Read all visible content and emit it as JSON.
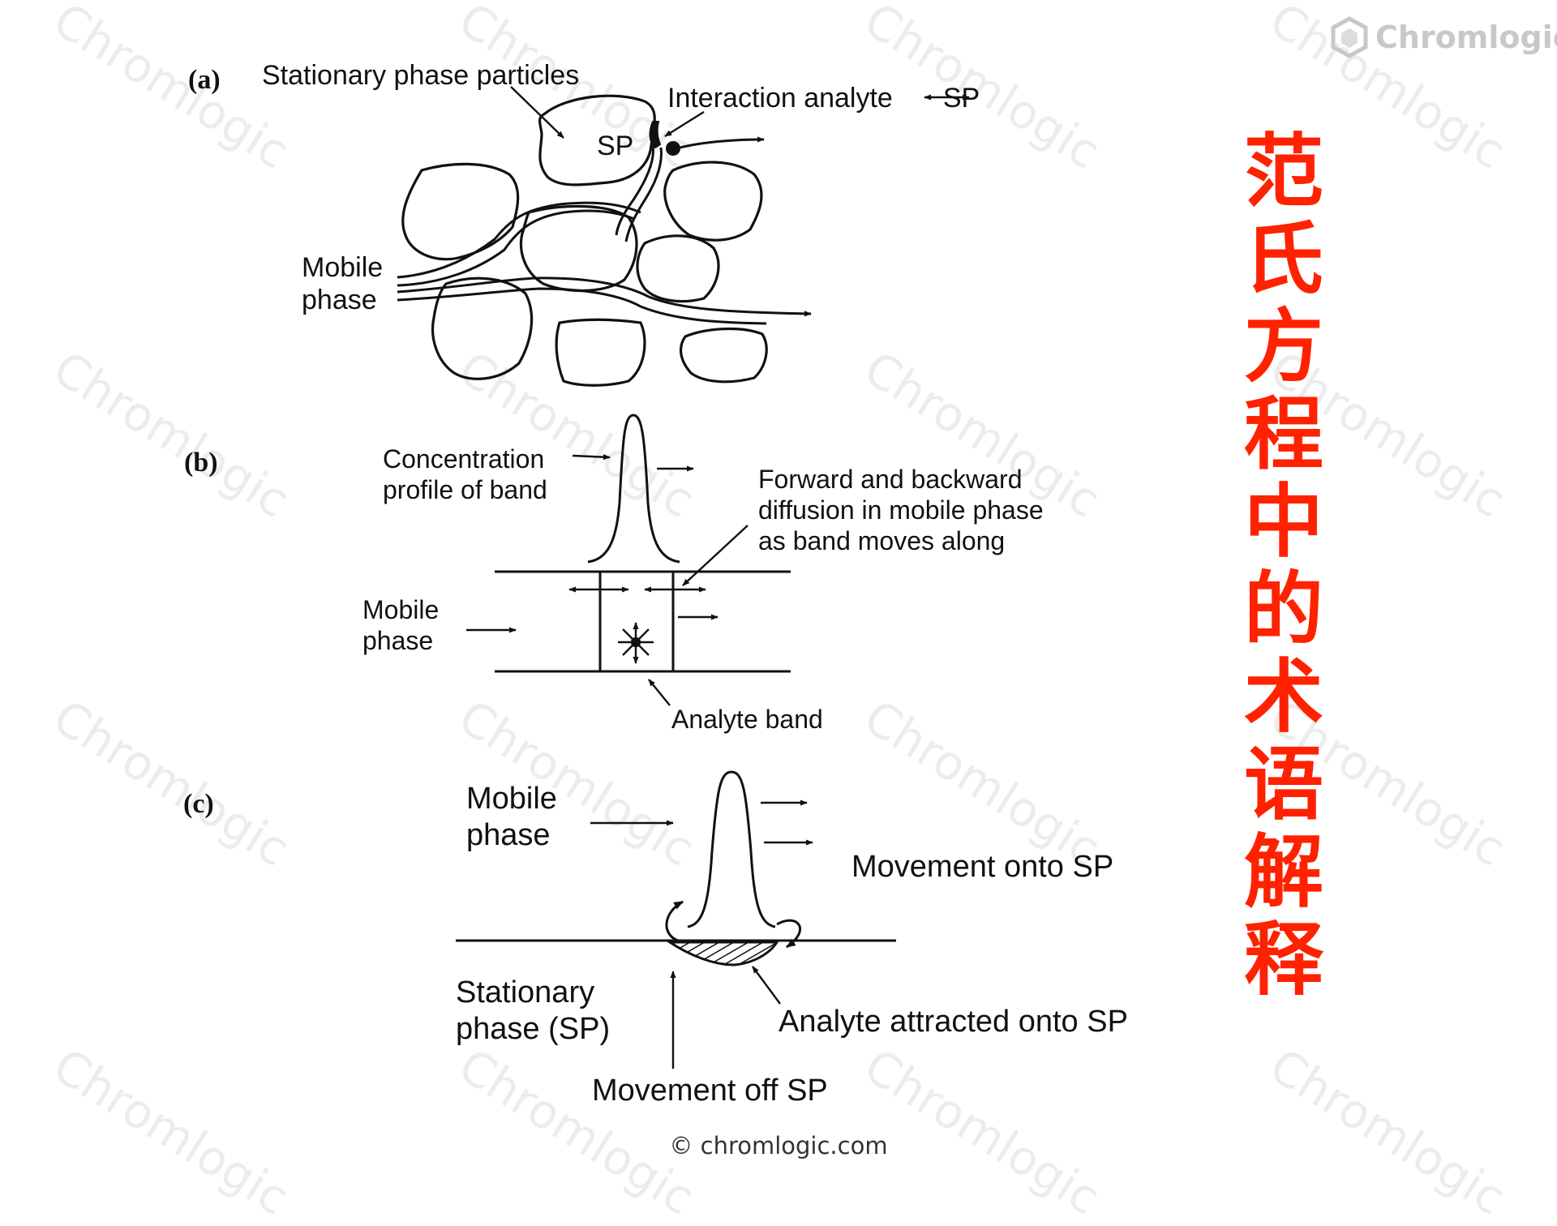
{
  "side_title": "范氏方程中的术语解释",
  "brand": {
    "name": "Chromlogic",
    "icon": "hexagon-logo-icon"
  },
  "footer": "© chromlogic.com",
  "watermark_text": "Chromlogic",
  "panel_a": {
    "tag": "(a)",
    "stationary_particles": "Stationary phase particles",
    "interaction": "Interaction analyte",
    "interaction_target": "SP",
    "sp_label": "SP",
    "mobile_phase": "Mobile\nphase"
  },
  "panel_b": {
    "tag": "(b)",
    "concentration_profile": "Concentration\nprofile of band",
    "diffusion": "Forward and backward\ndiffusion in mobile phase\nas band moves along",
    "mobile_phase": "Mobile\nphase",
    "analyte_band": "Analyte band"
  },
  "panel_c": {
    "tag": "(c)",
    "mobile_phase": "Mobile\nphase",
    "movement_onto": "Movement onto SP",
    "stationary_phase": "Stationary\nphase (SP)",
    "attracted": "Analyte attracted onto SP",
    "movement_off": "Movement off SP"
  }
}
